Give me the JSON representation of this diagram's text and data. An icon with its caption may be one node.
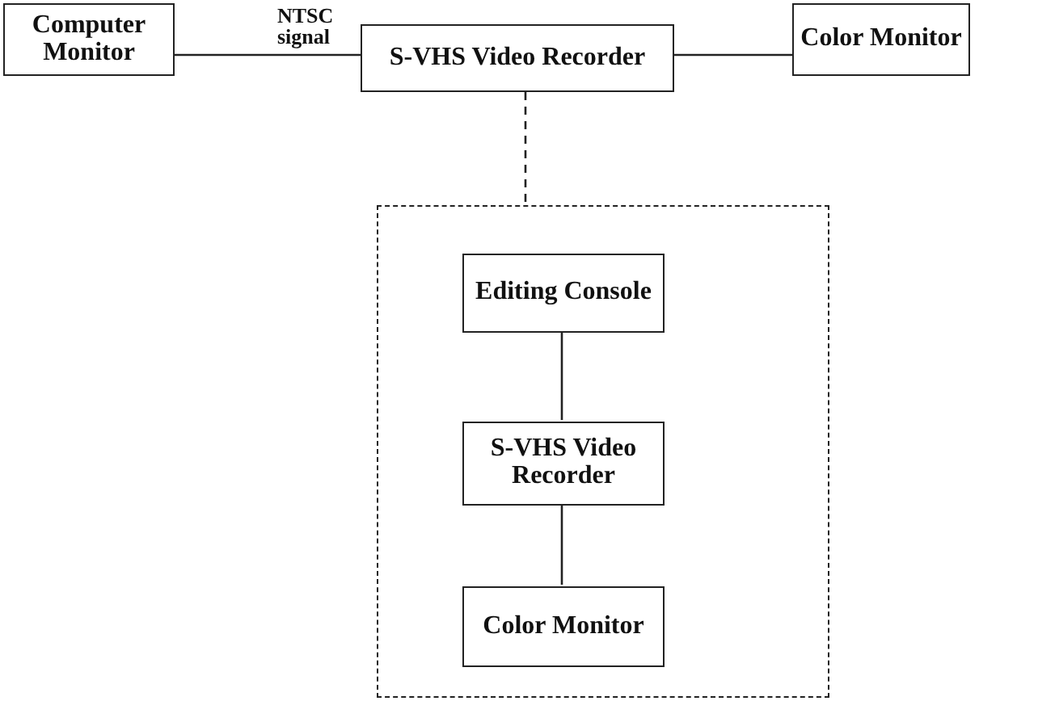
{
  "diagram": {
    "nodes": [
      {
        "text": [
          "Computer Monitor"
        ]
      },
      {
        "text": [
          "S-VHS Video Recorder"
        ]
      },
      {
        "text": [
          "Color Monitor"
        ]
      },
      {
        "text": [],
        "shape": "box"
      },
      {
        "text": [
          "Editing Console"
        ],
        "in": 3
      },
      {
        "text": [
          "S-VHS Video Recorder"
        ],
        "in": 3
      },
      {
        "text": [
          "Color Monitor"
        ],
        "in": 3
      }
    ],
    "edges": [
      {
        "from": 0,
        "to": 1,
        "arrow": "none",
        "label": "NTSC signal"
      },
      {
        "from": 1,
        "to": 2,
        "arrow": "none"
      },
      {
        "from": 1,
        "to": 3,
        "arrow": "none",
        "style": "dashed"
      },
      {
        "from": 4,
        "to": 5,
        "arrow": "none"
      },
      {
        "from": 5,
        "to": 6,
        "arrow": "none"
      }
    ]
  }
}
